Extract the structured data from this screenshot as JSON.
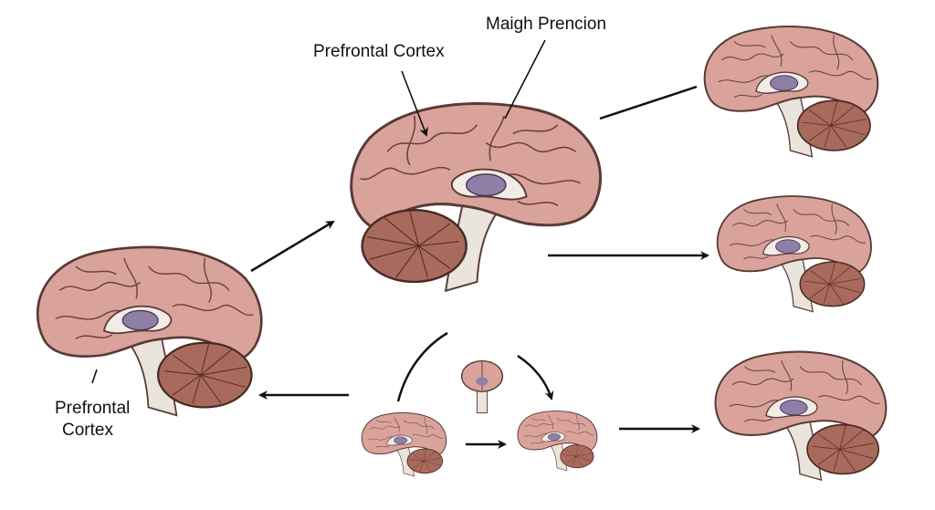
{
  "labels": {
    "top_prefrontal": "Prefrontal Cortex",
    "top_right": "Maigh Prencion",
    "left_prefrontal_line1": "Prefrontal",
    "left_prefrontal_line2": "Cortex"
  },
  "colors": {
    "cortex": "#d9a39c",
    "cortex_stroke": "#5a3a36",
    "cerebellum": "#a86a5c",
    "brainstem": "#e9e4dc",
    "ventricle": "#8f7fa6",
    "arrow": "#111111"
  }
}
